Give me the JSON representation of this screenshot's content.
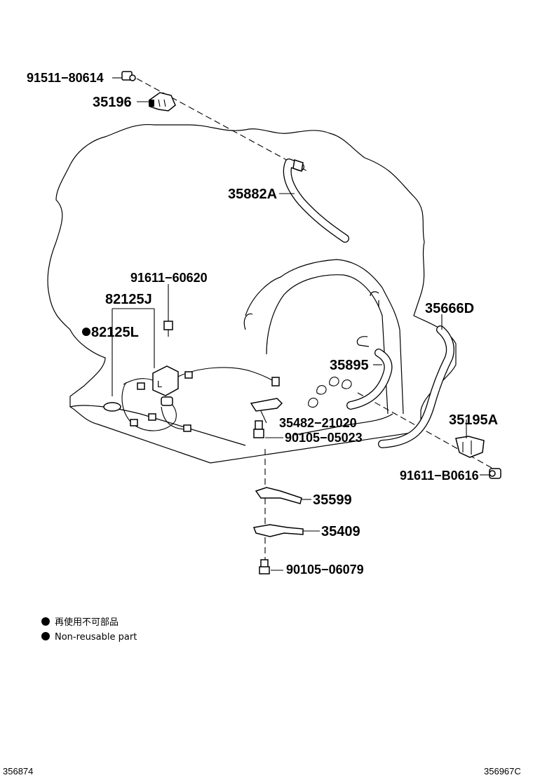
{
  "parts": {
    "p91511": "91511−80614",
    "p35196": "35196",
    "p35882A": "35882A",
    "p91611_60620": "91611−60620",
    "p82125J": "82125J",
    "p82125L": "82125L",
    "p35666D": "35666D",
    "p35895": "35895",
    "p35195A": "35195A",
    "p35482": "35482−21020",
    "p90105_05023": "90105−05023",
    "p91611_B0616": "91611−B0616",
    "p35599": "35599",
    "p35409": "35409",
    "p90105_06079": "90105−06079"
  },
  "legend": {
    "jp": "再使用不可部品",
    "en": "Non-reusable part"
  },
  "codes": {
    "left": "356874",
    "right": "356967C"
  }
}
